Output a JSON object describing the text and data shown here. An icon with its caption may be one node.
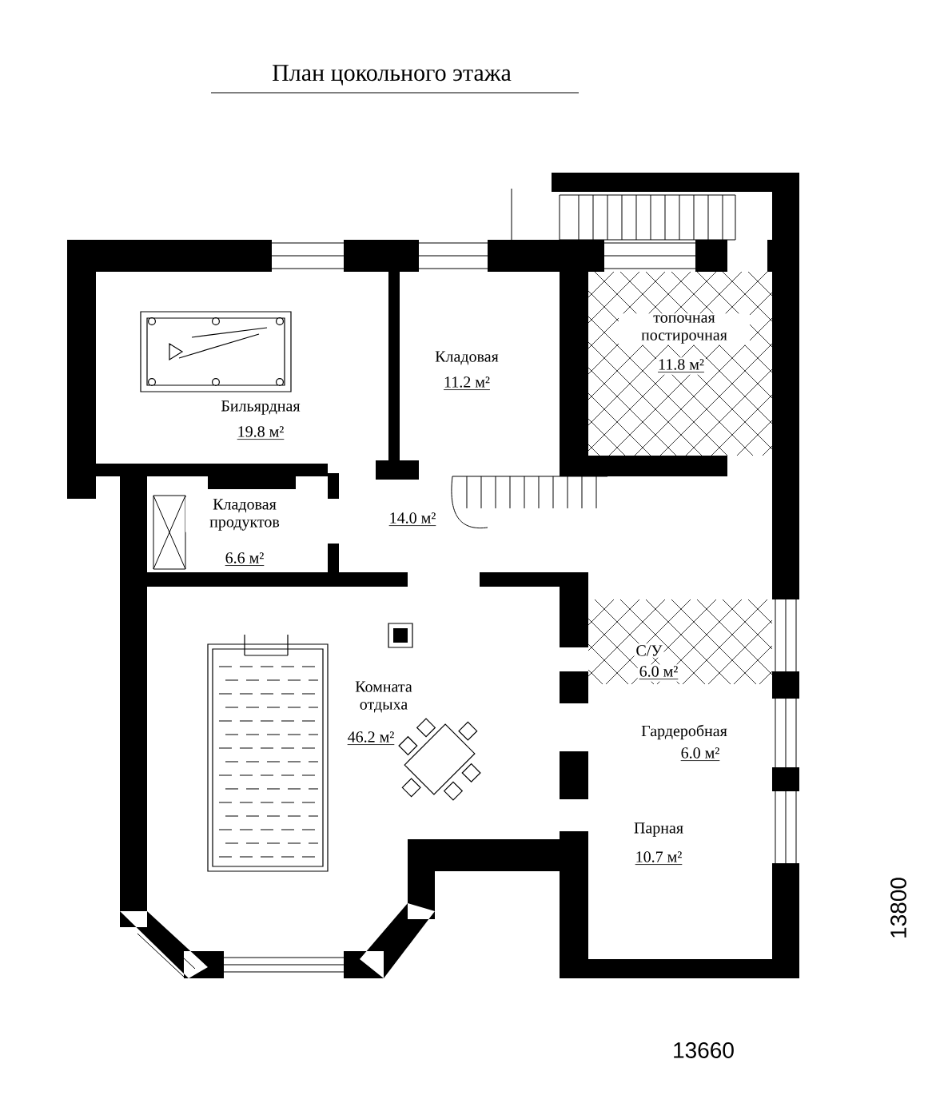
{
  "diagram": {
    "title": "План цокольного этажа",
    "nodes": [
      {
        "text": [
          "Бильярдная",
          "19.8 м²"
        ]
      },
      {
        "text": [
          "Кладовая",
          "11.2 м²"
        ]
      },
      {
        "text": [
          "топочная постирочная",
          "11.8 м²"
        ]
      },
      {
        "text": [
          "Кладовая продуктов",
          "6.6 м²"
        ]
      },
      {
        "text": [
          "14.0 м²"
        ]
      },
      {
        "text": [
          "Комната отдыха",
          "46.2 м²"
        ]
      },
      {
        "text": [
          "С/У",
          "6.0 м²"
        ]
      },
      {
        "text": [
          "Гардеробная",
          "6.0 м²"
        ]
      },
      {
        "text": [
          "Парная",
          "10.7 м²"
        ]
      }
    ],
    "labels": [
      "13660",
      "13800"
    ]
  }
}
